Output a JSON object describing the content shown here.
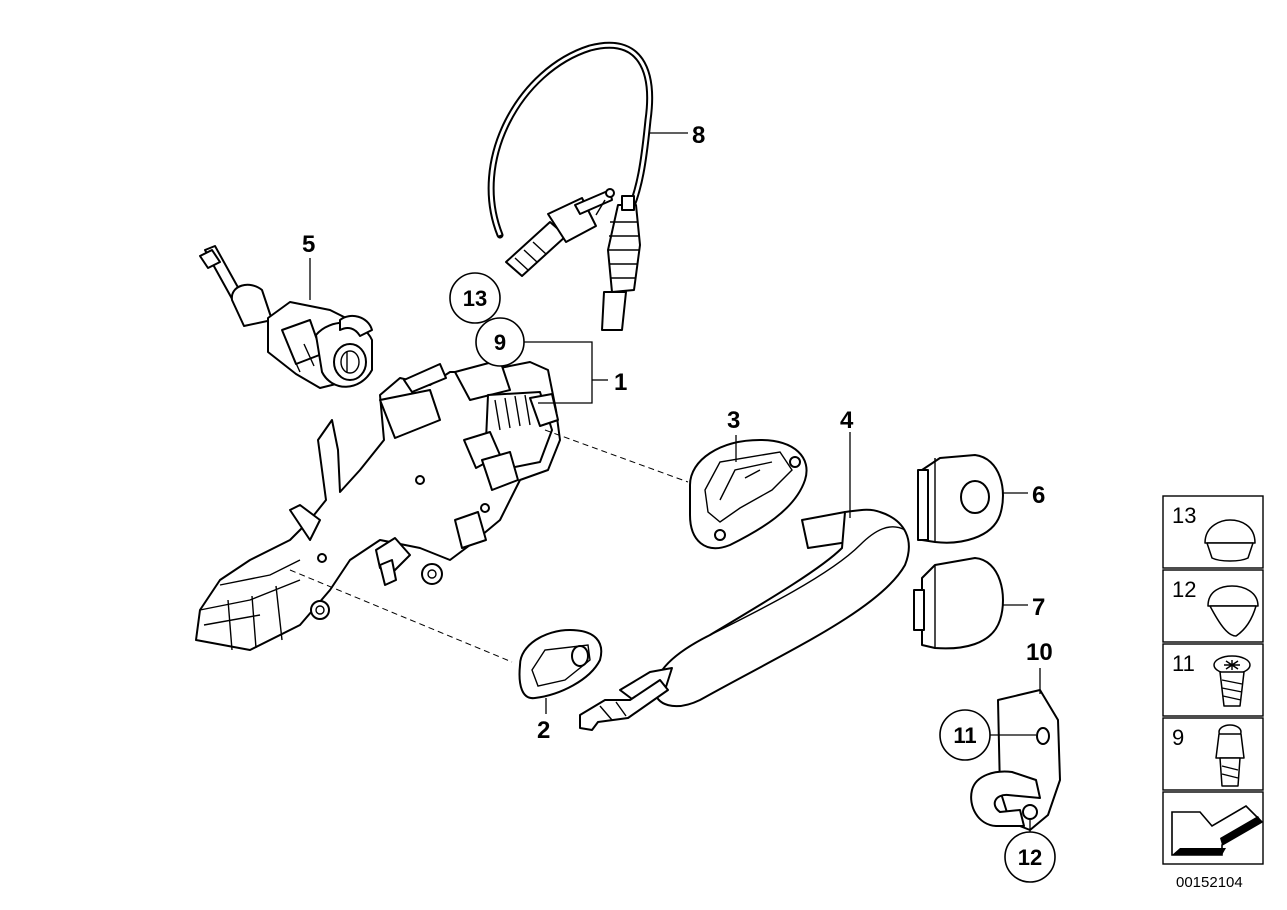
{
  "diagram": {
    "document_number": "00152104",
    "callouts": [
      {
        "id": "c1",
        "label": "1"
      },
      {
        "id": "c2",
        "label": "2"
      },
      {
        "id": "c3",
        "label": "3"
      },
      {
        "id": "c4",
        "label": "4"
      },
      {
        "id": "c5",
        "label": "5"
      },
      {
        "id": "c6",
        "label": "6"
      },
      {
        "id": "c7",
        "label": "7"
      },
      {
        "id": "c8",
        "label": "8"
      },
      {
        "id": "c10",
        "label": "10"
      }
    ],
    "circled_callouts": [
      {
        "id": "cc13",
        "label": "13"
      },
      {
        "id": "cc9",
        "label": "9"
      },
      {
        "id": "cc11",
        "label": "11"
      },
      {
        "id": "cc12",
        "label": "12"
      }
    ],
    "legend": [
      {
        "label": "13",
        "part": "plug-cap"
      },
      {
        "label": "12",
        "part": "grommet"
      },
      {
        "label": "11",
        "part": "torx-screw"
      },
      {
        "label": "9",
        "part": "bolt"
      }
    ]
  }
}
